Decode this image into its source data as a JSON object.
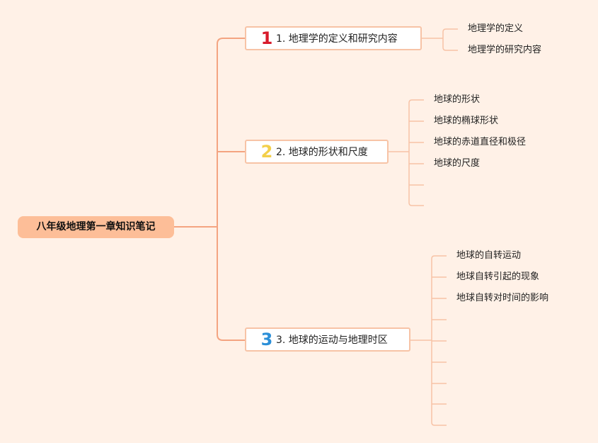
{
  "root": {
    "label": "八年级地理第一章知识笔记"
  },
  "branches": [
    {
      "number": "1",
      "label": "1. 地理学的定义和研究内容",
      "color": "#d81b2b",
      "leaves": [
        "地理学的定义",
        "地理学的研究内容"
      ],
      "empty_slots": 0
    },
    {
      "number": "2",
      "label": "2. 地球的形状和尺度",
      "color": "#f3cf4a",
      "leaves": [
        "地球的形状",
        "地球的椭球形状",
        "地球的赤道直径和极径",
        "地球的尺度"
      ],
      "empty_slots": 2
    },
    {
      "number": "3",
      "label": "3. 地球的运动与地理时区",
      "color": "#2b8fd8",
      "leaves": [
        "地球的自转运动",
        "地球自转引起的现象",
        "地球自转对时间的影响"
      ],
      "empty_slots": 6
    }
  ],
  "colors": {
    "background": "#fff1e7",
    "root_fill": "#fdbe98",
    "trunk_line": "#f4a481",
    "branch_border": "#f7c3a6",
    "leaf_line": "#f7c3a6"
  }
}
